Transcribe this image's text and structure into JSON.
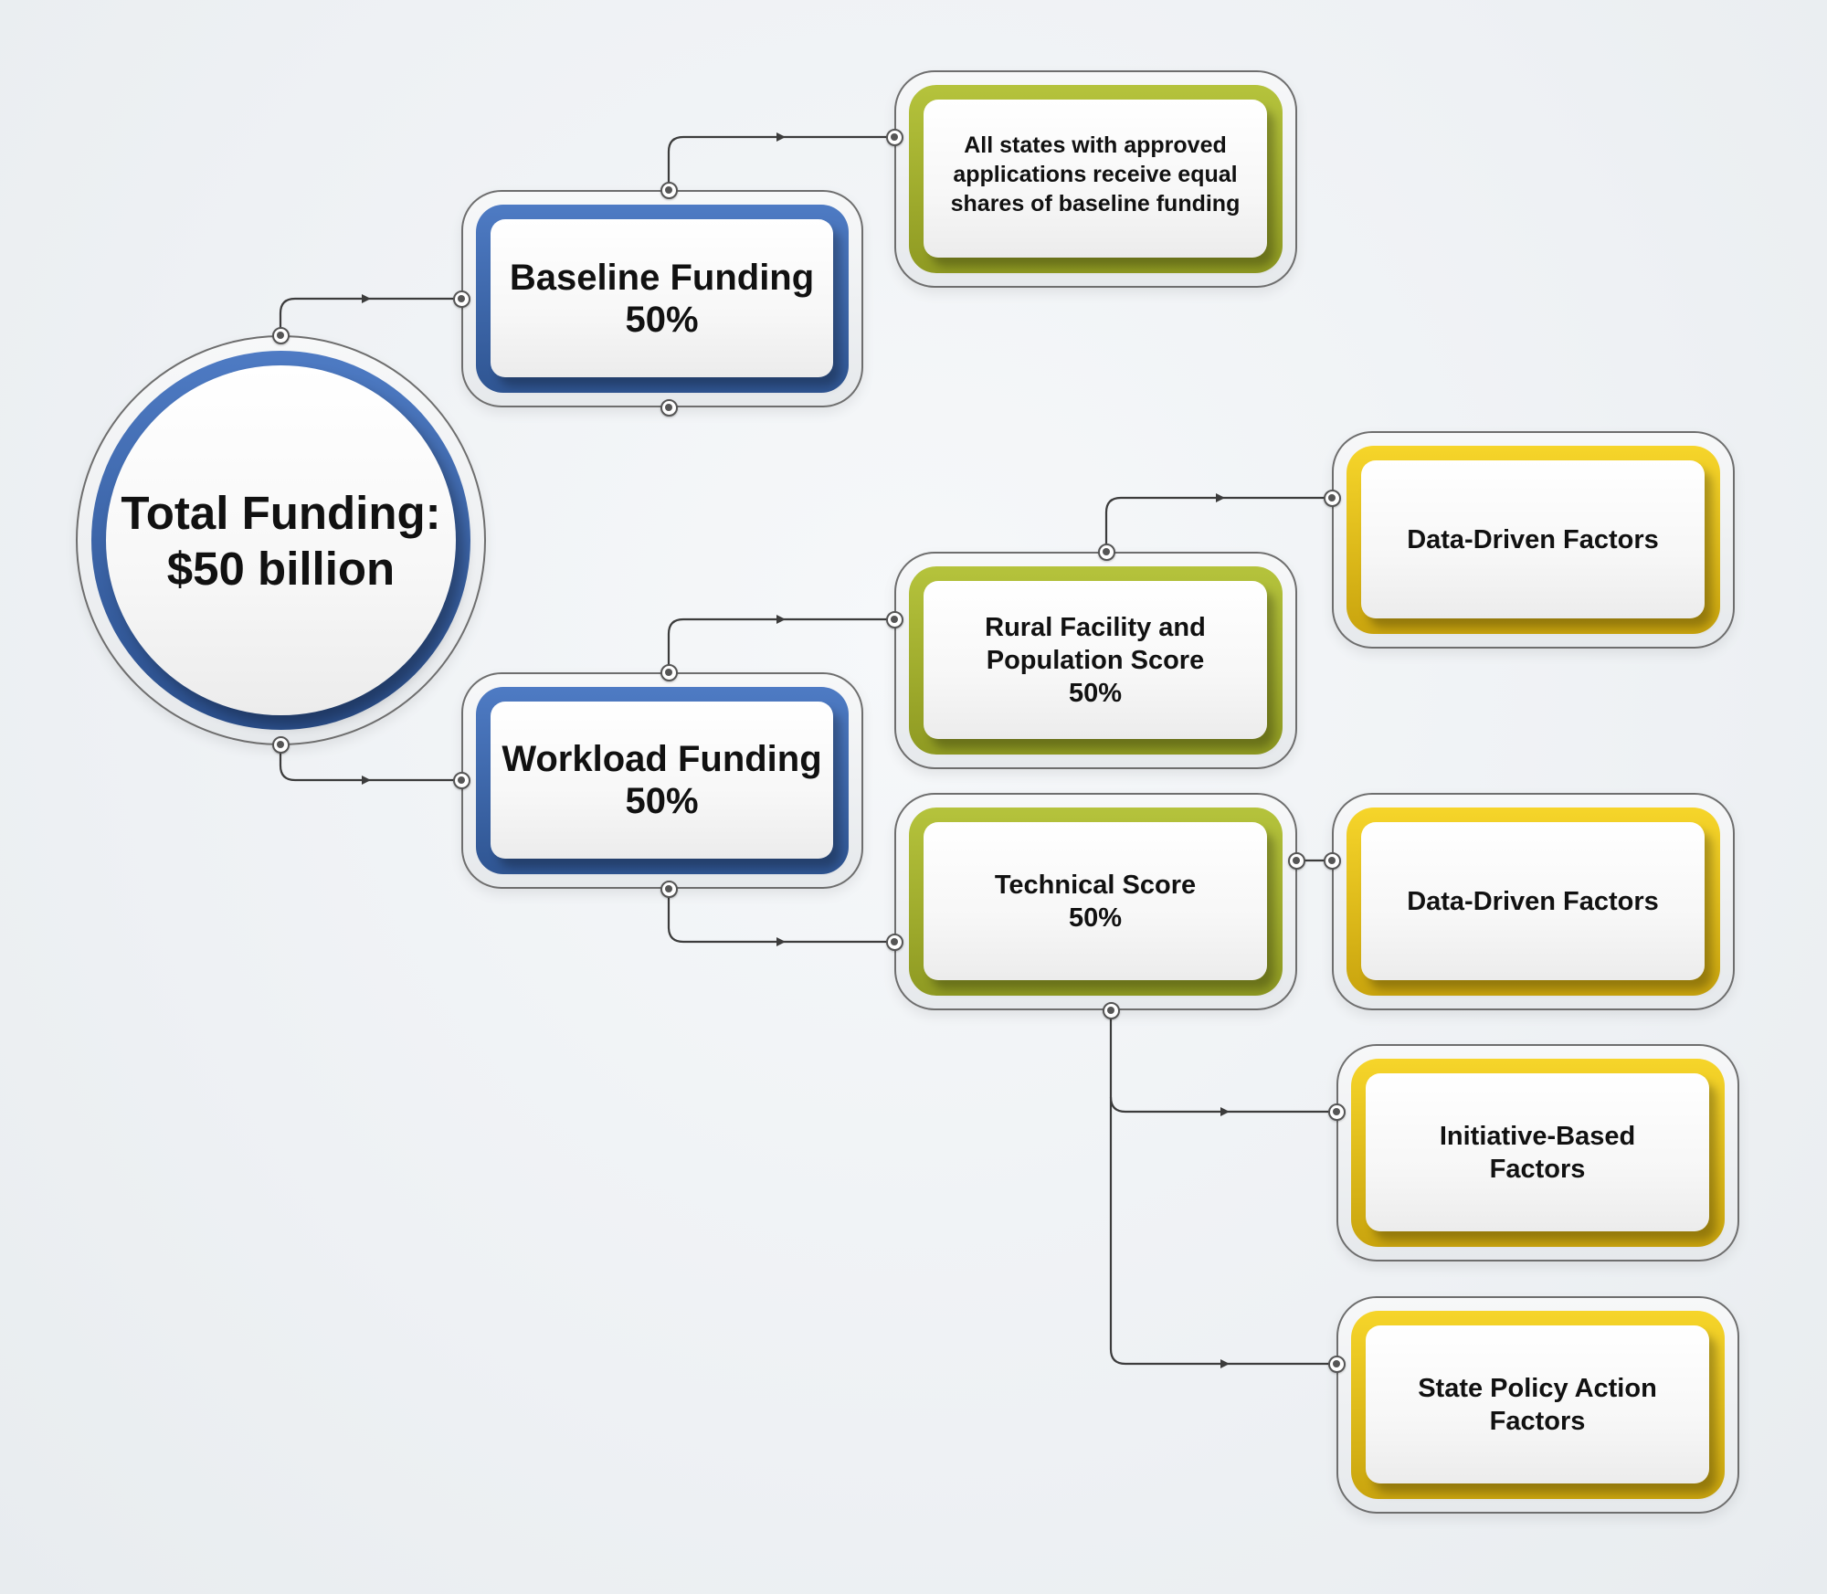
{
  "diagram": {
    "total": {
      "line1": "Total Funding:",
      "line2": "$50 billion",
      "color": "#3f6db5"
    },
    "baseline": {
      "line1": "Baseline Funding",
      "line2": "50%",
      "color": "#3f6db5"
    },
    "workload": {
      "line1": "Workload Funding",
      "line2": "50%",
      "color": "#3f6db5"
    },
    "baseline_detail": {
      "line1": "All states with approved",
      "line2": "applications receive equal",
      "line3": "shares of baseline funding",
      "color": "#a3b22c"
    },
    "rural": {
      "line1": "Rural Facility and",
      "line2": "Population Score",
      "line3": "50%",
      "color": "#a3b22c"
    },
    "technical": {
      "line1": "Technical Score",
      "line2": "50%",
      "color": "#a3b22c"
    },
    "rural_factors": {
      "label": "Data-Driven Factors",
      "color": "#f2cb1d"
    },
    "technical_factors": {
      "label": "Data-Driven Factors",
      "color": "#f2cb1d"
    },
    "initiative": {
      "line1": "Initiative-Based",
      "line2": "Factors",
      "color": "#f2cb1d"
    },
    "state_policy": {
      "line1": "State Policy Action",
      "line2": "Factors",
      "color": "#f2cb1d"
    }
  }
}
